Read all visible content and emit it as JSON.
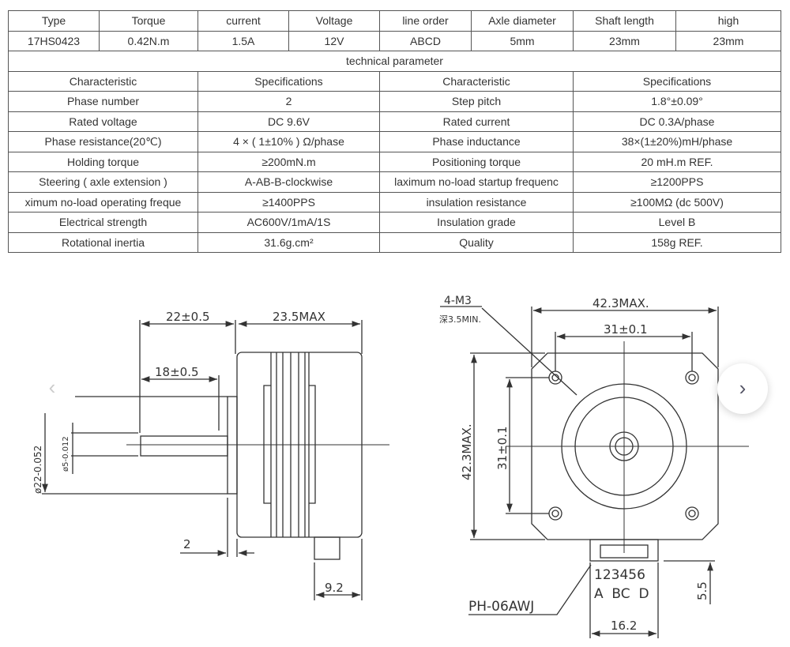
{
  "summary_table": {
    "headers": [
      "Type",
      "Torque",
      "current",
      "Voltage",
      "line order",
      "Axle diameter",
      "Shaft length",
      "high"
    ],
    "values": [
      "17HS0423",
      "0.42N.m",
      "1.5A",
      "12V",
      "ABCD",
      "5mm",
      "23mm",
      "23mm"
    ]
  },
  "tech_table": {
    "title": "technical parameter",
    "headers": [
      "Characteristic",
      "Specifications",
      "Characteristic",
      "Specifications"
    ],
    "rows": [
      [
        "Phase number",
        "2",
        "Step pitch",
        "1.8°±0.09°"
      ],
      [
        "Rated voltage",
        "DC 9.6V",
        "Rated current",
        "DC 0.3A/phase"
      ],
      [
        "Phase resistance(20℃)",
        "4 × ( 1±10% ) Ω/phase",
        "Phase inductance",
        "38×(1±20%)mH/phase"
      ],
      [
        "Holding torque",
        "≥200mN.m",
        "Positioning torque",
        "20 mH.m REF."
      ],
      [
        "Steering ( axle extension )",
        "A-AB-B-clockwise",
        "laximum no-load startup frequenc",
        "≥1200PPS"
      ],
      [
        "ximum no-load operating freque",
        "≥1400PPS",
        "insulation resistance",
        "≥100MΩ (dc 500V)"
      ],
      [
        "Electrical strength",
        "AC600V/1mA/1S",
        "Insulation grade",
        "Level B"
      ],
      [
        "Rotational inertia",
        "31.6g.cm²",
        "Quality",
        "158g REF."
      ]
    ]
  },
  "side_view": {
    "dim_shaft": "22±0.5",
    "dim_body": "23.5MAX",
    "dim_flat": "18±0.5",
    "dim_flange_dia": "ø22-0.052",
    "dim_shaft_dia": "ø5-0.012",
    "dim_flange_thk": "2",
    "dim_connector": "9.2"
  },
  "front_view": {
    "screw_label": "4-M3",
    "screw_depth": "深3.5MIN.",
    "dim_width": "42.3MAX.",
    "dim_hole_h": "31±0.1",
    "dim_height": "42.3MAX.",
    "dim_hole_v": "31±0.1",
    "pins": "123456",
    "pin_phases": "A  BC  D",
    "connector_label": "PH-06AWJ",
    "dim_connector_w": "16.2",
    "dim_connector_h": "5.5"
  },
  "carousel": {
    "prev_icon": "chevron-left-icon",
    "next_icon": "chevron-right-icon"
  }
}
